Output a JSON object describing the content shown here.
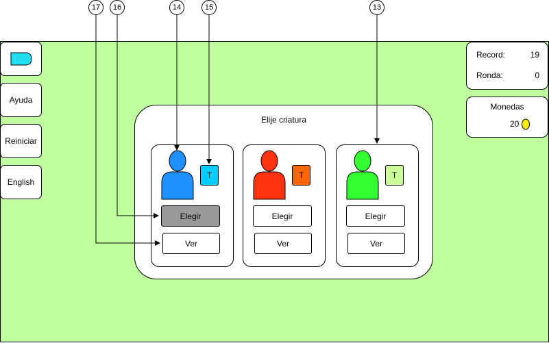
{
  "sidebar": {
    "buttons": [
      {
        "label": "Ayuda"
      },
      {
        "label": "Reiniciar"
      },
      {
        "label": "English"
      }
    ]
  },
  "stats": {
    "record_label": "Record:",
    "record_value": "19",
    "round_label": "Ronda:",
    "round_value": "0"
  },
  "coins": {
    "label": "Monedas",
    "value": "20"
  },
  "dialog": {
    "title": "Elije criatura",
    "creatures": [
      {
        "color": "#1e90ff",
        "badge_color": "#00ccff",
        "badge": "T",
        "choose_label": "Elegir",
        "view_label": "Ver",
        "choose_selected": true
      },
      {
        "color": "#ff3311",
        "badge_color": "#ff6600",
        "badge": "T",
        "choose_label": "Elegir",
        "view_label": "Ver",
        "choose_selected": false
      },
      {
        "color": "#33ff33",
        "badge_color": "#ccff99",
        "badge": "T",
        "choose_label": "Elegir",
        "view_label": "Ver",
        "choose_selected": false
      }
    ]
  },
  "callouts": [
    "17",
    "16",
    "14",
    "15",
    "13"
  ]
}
